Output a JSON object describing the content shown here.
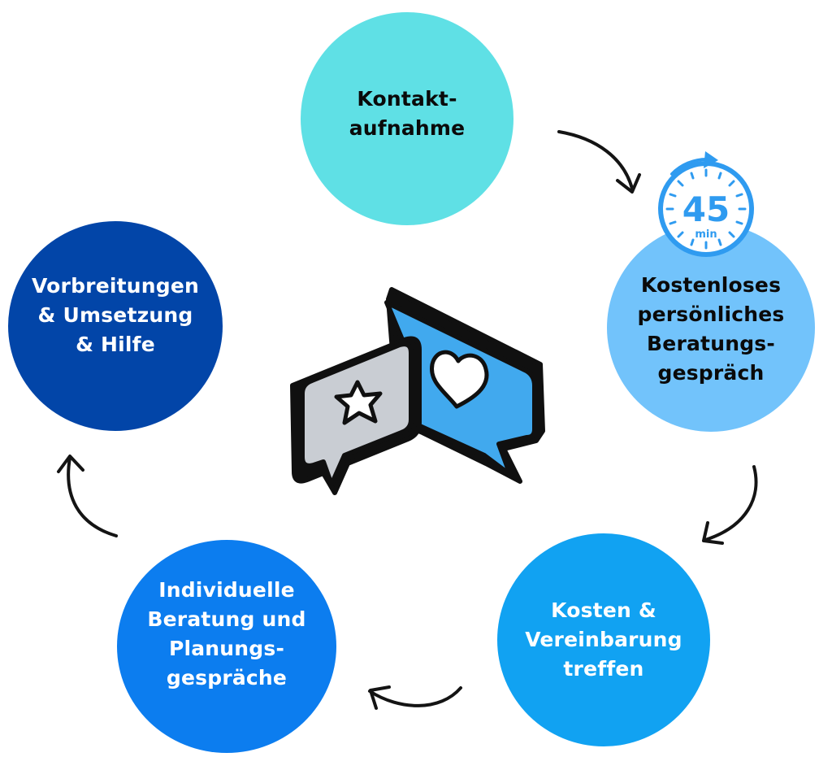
{
  "steps": [
    {
      "label": "Kontakt-\naufnahme",
      "color": "#5fe0e5"
    },
    {
      "label": "Kostenloses\npersönliches\nBeratungs-\ngespräch",
      "color": "#72c3fb"
    },
    {
      "label": "Kosten &\nVereinbarung\ntreffen",
      "color": "#11a2f2"
    },
    {
      "label": "Individuelle\nBeratung und\nPlanungs-\ngespräche",
      "color": "#0c7def"
    },
    {
      "label": "Vorbreitungen\n& Umsetzung\n& Hilfe",
      "color": "#0245a8"
    }
  ],
  "timer": {
    "value": "45",
    "unit": "min",
    "color": "#2f9bf0"
  },
  "icons": {
    "center": "chat-bubbles-star-heart-icon",
    "timer": "stopwatch-icon",
    "arrow": "curved-arrow-icon"
  }
}
